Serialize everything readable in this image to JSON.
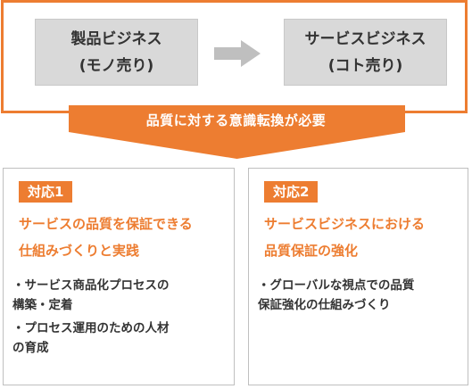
{
  "top": {
    "left_box": {
      "line1": "製品ビジネス",
      "line2": "(モノ売り)"
    },
    "right_box": {
      "line1": "サービスビジネス",
      "line2": "(コト売り)"
    }
  },
  "banner": {
    "text": "品質に対する意識転換が必要"
  },
  "panels": [
    {
      "badge": "対応1",
      "heading_lines": [
        "サービスの品質を保証できる",
        "仕組みづくりと実践"
      ],
      "bullets": [
        {
          "lines": [
            "・サービス商品化プロセスの",
            "構築・定着"
          ]
        },
        {
          "lines": [
            "・プロセス運用のための人材",
            "の育成"
          ]
        }
      ]
    },
    {
      "badge": "対応2",
      "heading_lines": [
        "サービスビジネスにおける",
        "品質保証の強化"
      ],
      "bullets": [
        {
          "lines": [
            "・グローバルな視点での品質",
            "保証強化の仕組みづくり"
          ]
        }
      ]
    }
  ],
  "colors": {
    "accent": "#ED7D31",
    "box_gray": "#D9D9D9",
    "arrow_gray": "#BFBFBF"
  }
}
